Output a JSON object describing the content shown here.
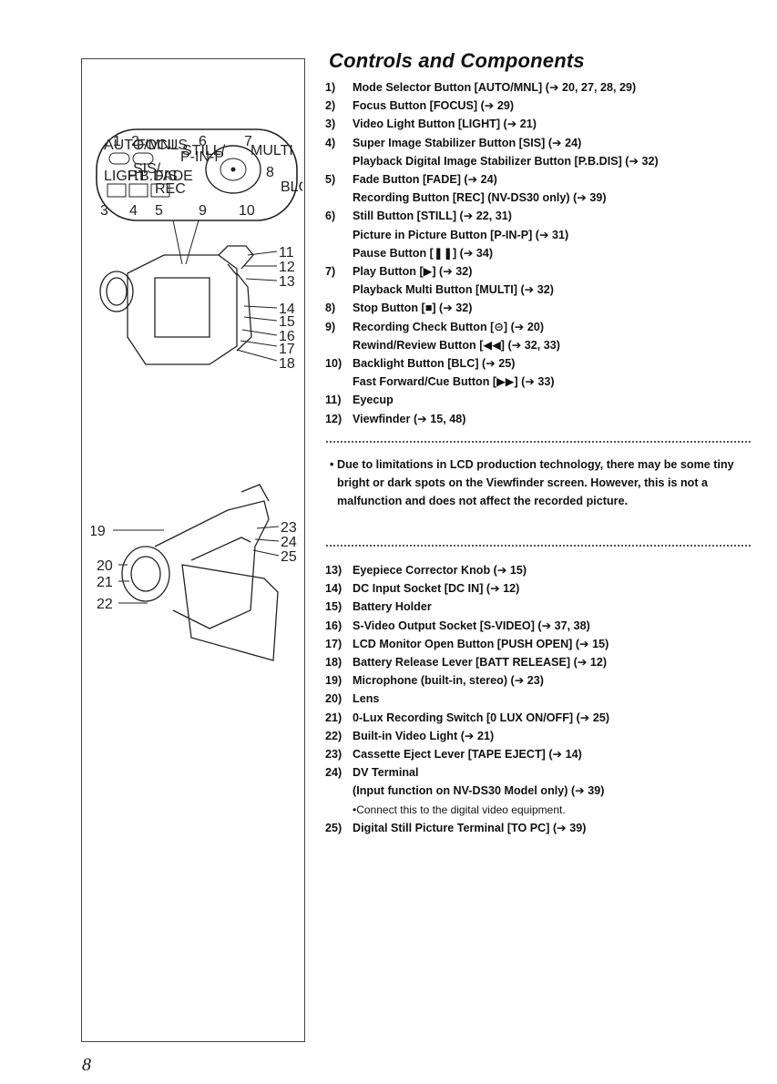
{
  "page": {
    "title": "Controls and Components",
    "page_number": "8"
  },
  "figure": {
    "top_callouts": [
      "1",
      "2",
      "6",
      "7",
      "8",
      "3",
      "4",
      "5",
      "9",
      "10",
      "11",
      "12",
      "13",
      "14",
      "15",
      "16",
      "17",
      "18"
    ],
    "panel_labels": [
      "AUTO/MNL",
      "FOCUS",
      "STILL/",
      "P-IN-P",
      "MULTI",
      "SIS/",
      "LIGHT",
      "P.B.DIS",
      "FADE",
      "REC",
      "BLC"
    ],
    "bottom_callouts": [
      "19",
      "20",
      "21",
      "22",
      "23",
      "24",
      "25"
    ]
  },
  "list_part1": [
    {
      "num": "1)",
      "lines": [
        "Mode Selector Button [AUTO/MNL] (➔ 20, 27, 28, 29)"
      ]
    },
    {
      "num": "2)",
      "lines": [
        "Focus Button [FOCUS] (➔ 29)"
      ]
    },
    {
      "num": "3)",
      "lines": [
        "Video Light Button [LIGHT] (➔ 21)"
      ]
    },
    {
      "num": "4)",
      "lines": [
        "Super Image Stabilizer Button [SIS] (➔ 24)",
        "Playback Digital Image Stabilizer Button [P.B.DIS] (➔ 32)"
      ]
    },
    {
      "num": "5)",
      "lines": [
        "Fade Button [FADE] (➔ 24)",
        "Recording Button [REC] (NV-DS30 only) (➔ 39)"
      ]
    },
    {
      "num": "6)",
      "lines": [
        "Still Button [STILL] (➔ 22, 31)",
        "Picture in Picture Button [P-IN-P] (➔ 31)",
        "Pause Button [❚❚] (➔ 34)"
      ]
    },
    {
      "num": "7)",
      "lines": [
        "Play Button [▶] (➔ 32)",
        "Playback Multi Button [MULTI] (➔ 32)"
      ]
    },
    {
      "num": "8)",
      "lines": [
        "Stop Button [■] (➔ 32)"
      ]
    },
    {
      "num": "9)",
      "lines": [
        "Recording Check Button [⊝] (➔ 20)",
        "Rewind/Review Button [◀◀] (➔ 32, 33)"
      ]
    },
    {
      "num": "10)",
      "lines": [
        "Backlight Button [BLC] (➔ 25)",
        "Fast Forward/Cue Button [▶▶] (➔ 33)"
      ]
    },
    {
      "num": "11)",
      "lines": [
        "Eyecup"
      ]
    },
    {
      "num": "12)",
      "lines": [
        "Viewfinder (➔ 15, 48)"
      ]
    }
  ],
  "note": {
    "bullet": "•",
    "text": "Due to limitations in LCD production technology, there may be some tiny bright or dark spots on the Viewfinder screen. However, this is not a malfunction and does not affect the recorded picture."
  },
  "list_part2": [
    {
      "num": "13)",
      "lines": [
        "Eyepiece Corrector Knob (➔ 15)"
      ]
    },
    {
      "num": "14)",
      "lines": [
        "DC Input Socket [DC IN] (➔ 12)"
      ]
    },
    {
      "num": "15)",
      "lines": [
        "Battery Holder"
      ]
    },
    {
      "num": "16)",
      "lines": [
        "S-Video Output Socket [S-VIDEO] (➔ 37, 38)"
      ]
    },
    {
      "num": "17)",
      "lines": [
        "LCD Monitor Open Button [PUSH OPEN] (➔ 15)"
      ]
    },
    {
      "num": "18)",
      "lines": [
        "Battery Release Lever [BATT RELEASE] (➔ 12)"
      ]
    },
    {
      "num": "19)",
      "lines": [
        "Microphone (built-in, stereo) (➔ 23)"
      ]
    },
    {
      "num": "20)",
      "lines": [
        "Lens"
      ]
    },
    {
      "num": "21)",
      "lines": [
        "0-Lux Recording Switch [0 LUX ON/OFF] (➔ 25)"
      ]
    },
    {
      "num": "22)",
      "lines": [
        "Built-in Video Light (➔ 21)"
      ]
    },
    {
      "num": "23)",
      "lines": [
        "Cassette Eject Lever [TAPE EJECT] (➔ 14)"
      ]
    },
    {
      "num": "24)",
      "lines": [
        "DV Terminal",
        "(Input function on NV-DS30 Model only) (➔ 39)"
      ],
      "sub": "•Connect this to the digital video equipment."
    },
    {
      "num": "25)",
      "lines": [
        "Digital Still Picture Terminal [TO PC] (➔ 39)"
      ]
    }
  ]
}
